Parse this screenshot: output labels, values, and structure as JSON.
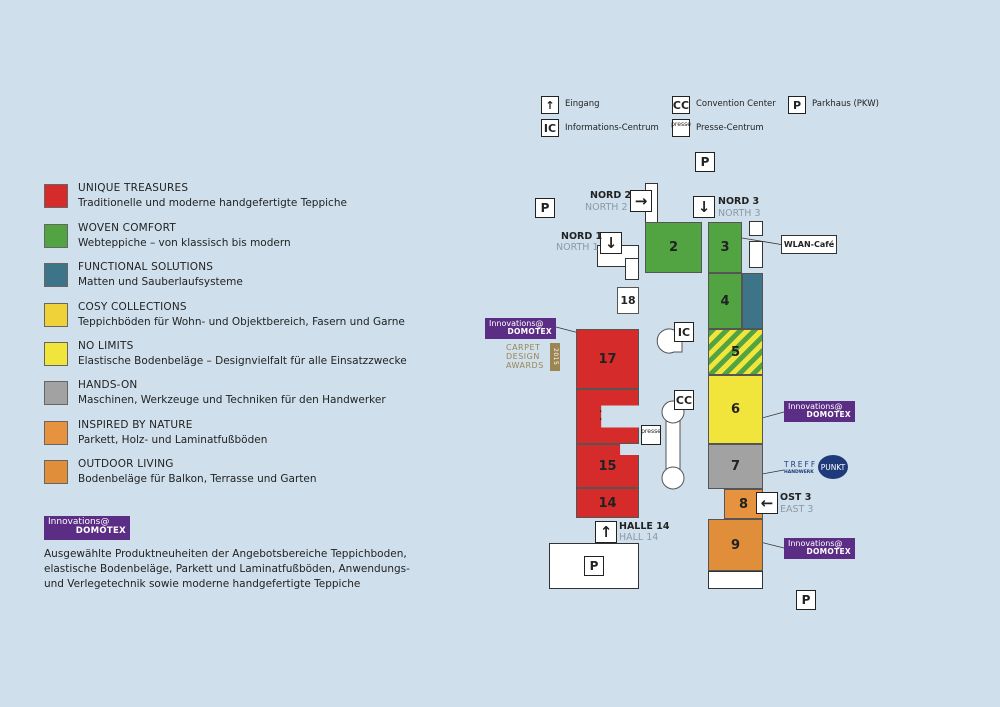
{
  "legend": [
    {
      "title": "UNIQUE TREASURES",
      "desc": "Traditionelle und moderne handgefertigte Teppiche",
      "color": "#d52b2b"
    },
    {
      "title": "WOVEN COMFORT",
      "desc": "Webteppiche – von klassisch bis modern",
      "color": "#52a443"
    },
    {
      "title": "FUNCTIONAL SOLUTIONS",
      "desc": "Matten und Sauberlaufsysteme",
      "color": "#3d7487"
    },
    {
      "title": "COSY COLLECTIONS",
      "desc": "Teppichböden für Wohn- und Objektbereich, Fasern und Garne",
      "color": "#efd13a"
    },
    {
      "title": "NO LIMITS",
      "desc": "Elastische Bodenbeläge – Designvielfalt für alle Einsatzzwecke",
      "color": "#f1e43a"
    },
    {
      "title": "HANDS-ON",
      "desc": "Maschinen, Werkzeuge und Techniken für den Handwerker",
      "color": "#a2a2a2"
    },
    {
      "title": "INSPIRED BY NATURE",
      "desc": "Parkett, Holz- und Laminatfußböden",
      "color": "#e6923e"
    },
    {
      "title": "OUTDOOR LIVING",
      "desc": "Bodenbeläge für Balkon, Terrasse und Garten",
      "color": "#e08e3a"
    }
  ],
  "innovations": {
    "line1": "Innovations@",
    "line2": "DOMOTEX"
  },
  "innovations_desc": "Ausgewählte Produktneuheiten der Angebotsbereiche Teppichboden, elastische Bodenbeläge, Parkett und Laminatfußböden, Anwendungs- und Verlegetechnik sowie moderne handgefertigte Teppiche",
  "key": {
    "eingang": "Eingang",
    "ic_symbol": "IC",
    "ic": "Informations-Centrum",
    "cc_symbol": "CC",
    "cc": "Convention Center",
    "presse_symbol": "presse",
    "presse": "Presse-Centrum",
    "parkhaus_symbol": "P",
    "parkhaus": "Parkhaus (PKW)"
  },
  "entrances": {
    "nord2": {
      "de": "NORD 2",
      "en": "NORTH 2"
    },
    "nord3": {
      "de": "NORD 3",
      "en": "NORTH 3"
    },
    "nord1": {
      "de": "NORD 1",
      "en": "NORTH 1"
    },
    "ost3": {
      "de": "OST 3",
      "en": "EAST 3"
    },
    "halle14": {
      "de": "HALLE 14",
      "en": "HALL 14"
    }
  },
  "halls": {
    "h2": "2",
    "h3": "3",
    "h4": "4",
    "h5": "5",
    "h6": "6",
    "h7": "7",
    "h8": "8",
    "h9": "9",
    "h14": "14",
    "h15": "15",
    "h16": "16",
    "h17": "17",
    "h18": "18"
  },
  "wlan": "WLAN-Café",
  "awards": {
    "l1": "CARPET",
    "l2": "DESIGN",
    "l3": "AWARDS",
    "year": "2015"
  },
  "treffpunkt": {
    "l1": "TREFF",
    "l2": "PUNKT",
    "l3": "HANDWERK"
  },
  "icons": {
    "arrow_up": "↑",
    "arrow_down": "↓",
    "arrow_right": "→",
    "arrow_left": "←",
    "parking": "P"
  }
}
